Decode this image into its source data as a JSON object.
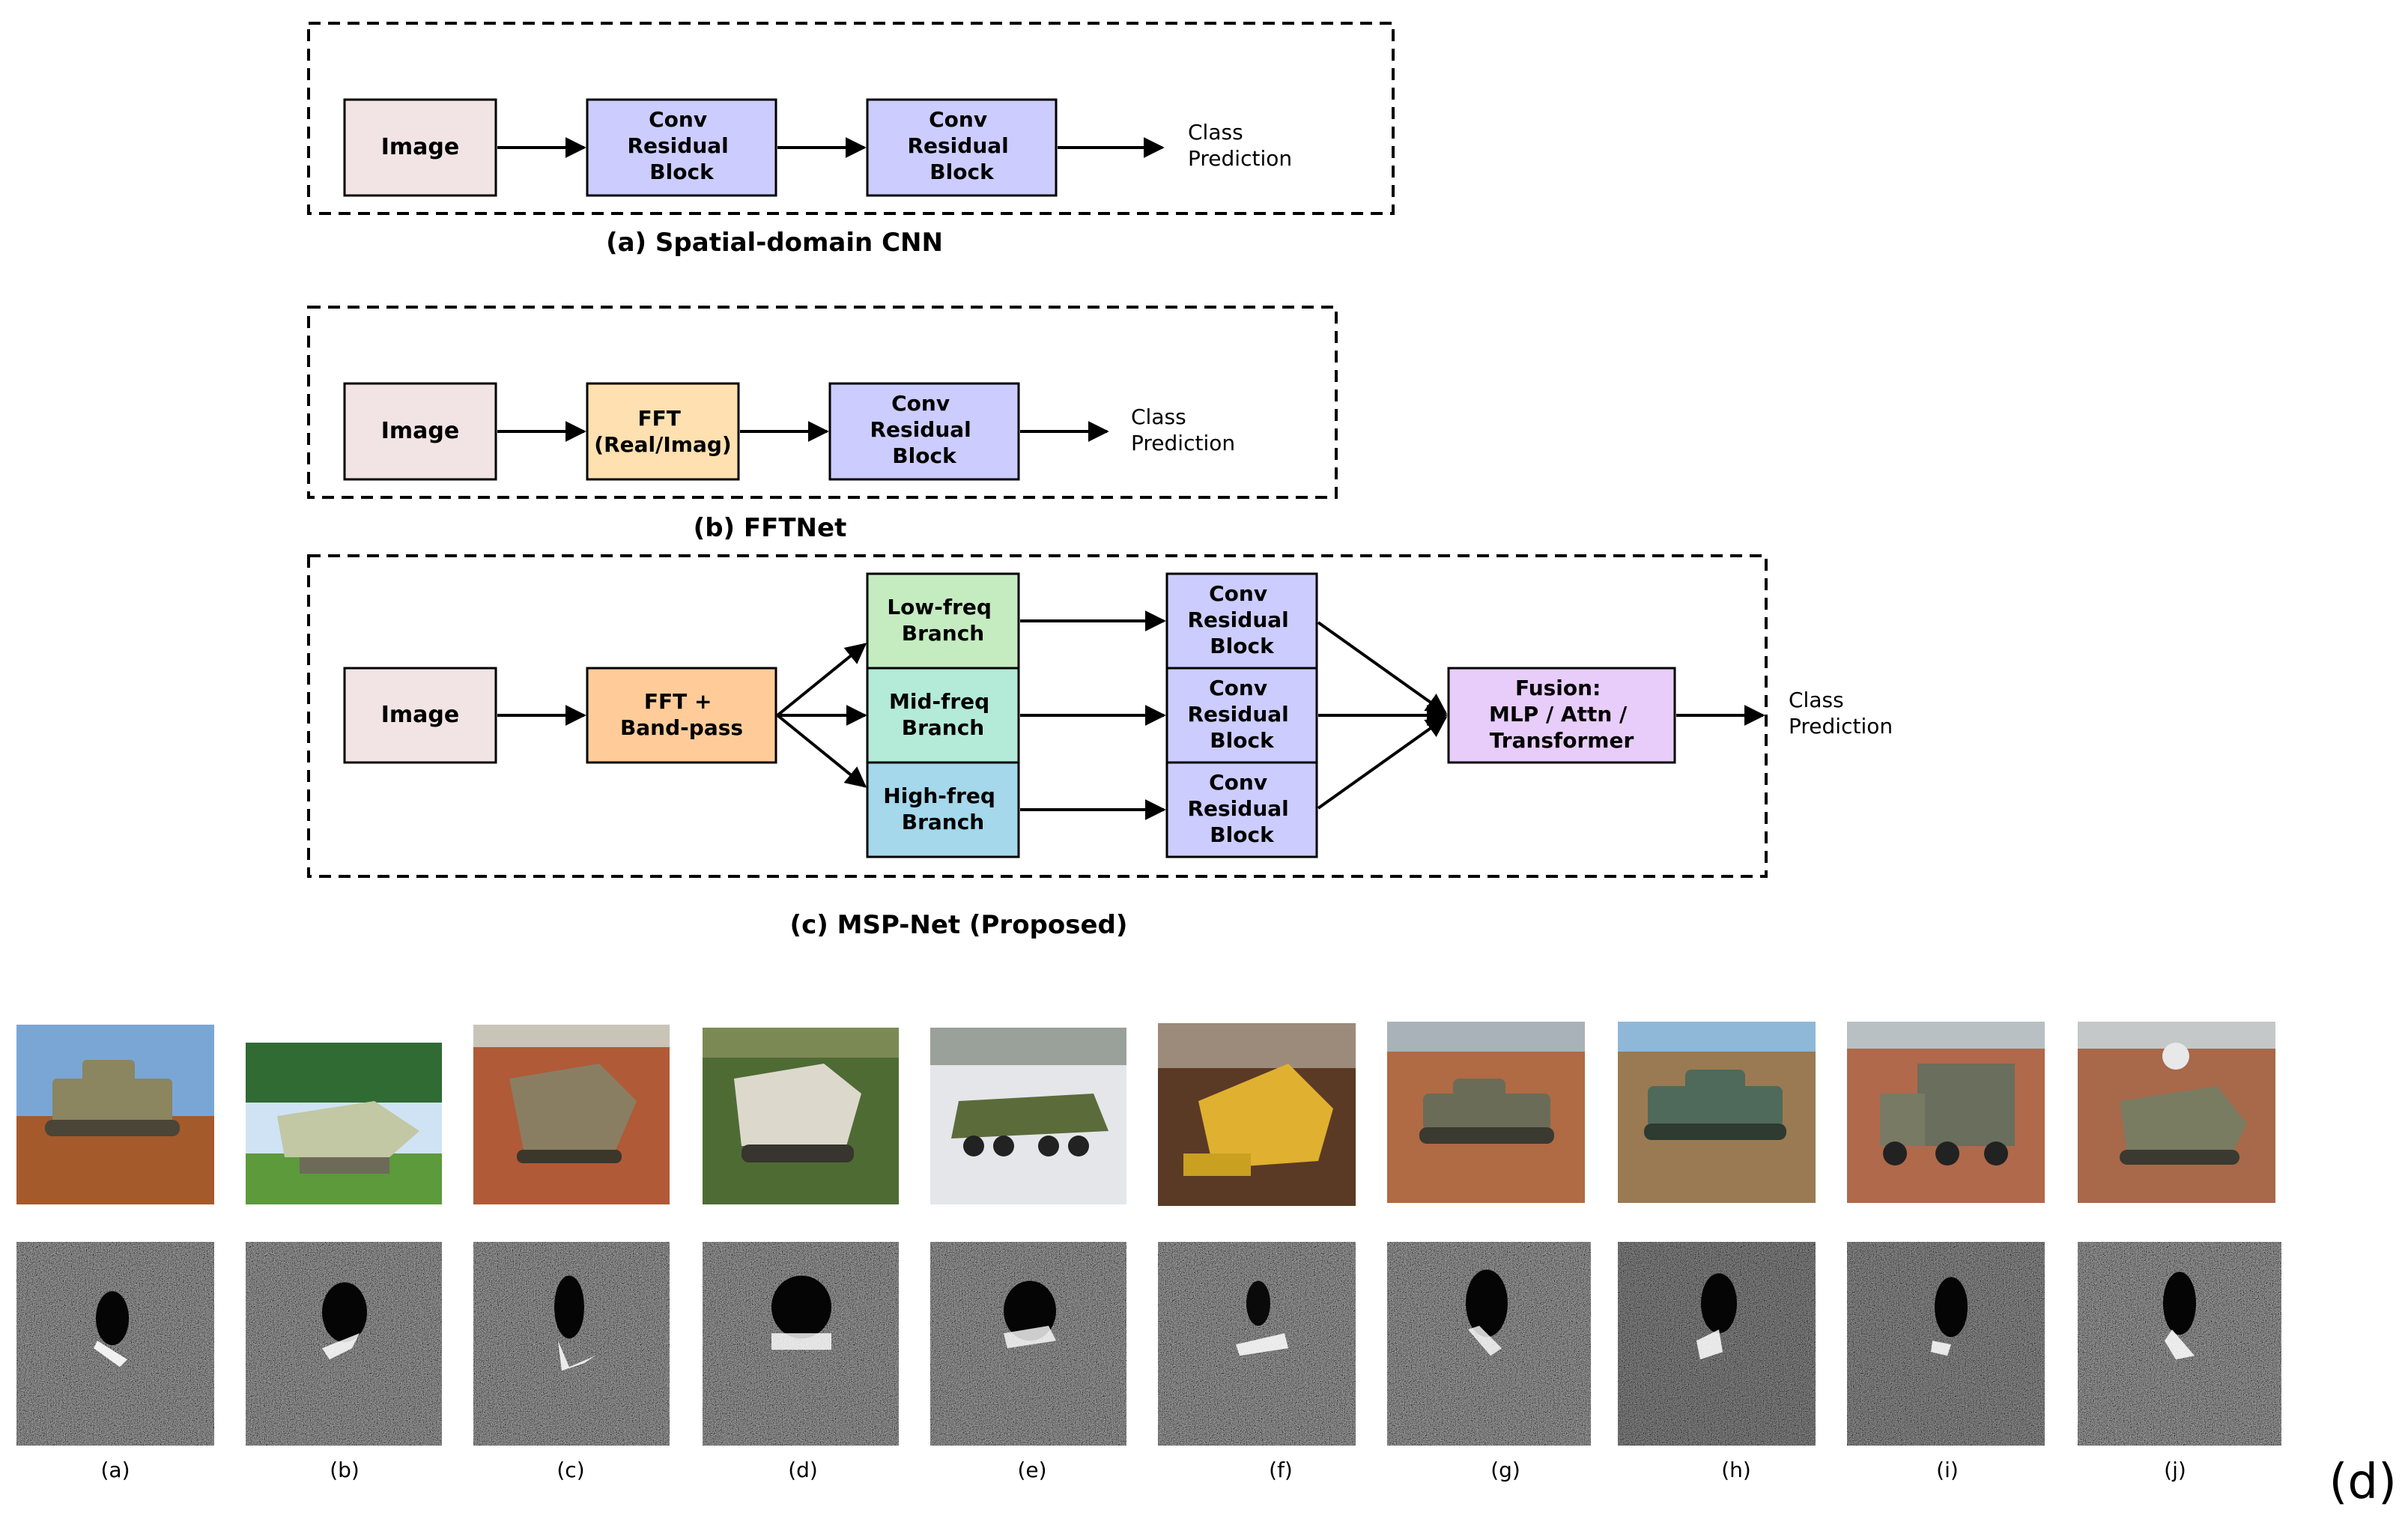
{
  "panel_a": {
    "caption": "(a) Spatial-domain CNN",
    "image": "Image",
    "conv1": [
      "Conv",
      "Residual",
      "Block"
    ],
    "conv2": [
      "Conv",
      "Residual",
      "Block"
    ],
    "output": [
      "Class",
      "Prediction"
    ]
  },
  "panel_b": {
    "caption": "(b) FFTNet",
    "image": "Image",
    "fft": [
      "FFT",
      "(Real/Imag)"
    ],
    "conv": [
      "Conv",
      "Residual",
      "Block"
    ],
    "output": [
      "Class",
      "Prediction"
    ]
  },
  "panel_c": {
    "caption": "(c) MSP-Net (Proposed)",
    "image": "Image",
    "fft": [
      "FFT +",
      "Band-pass"
    ],
    "low": [
      "Low-freq",
      "Branch"
    ],
    "mid": [
      "Mid-freq",
      "Branch"
    ],
    "high": [
      "High-freq",
      "Branch"
    ],
    "conv1": [
      "Conv",
      "Residual",
      "Block"
    ],
    "conv2": [
      "Conv",
      "Residual",
      "Block"
    ],
    "conv3": [
      "Conv",
      "Residual",
      "Block"
    ],
    "fusion": [
      "Fusion:",
      "MLP / Attn /",
      "Transformer"
    ],
    "output": [
      "Class",
      "Prediction"
    ]
  },
  "samples": {
    "labels": [
      "(a)",
      "(b)",
      "(c)",
      "(d)",
      "(e)",
      "(f)",
      "(g)",
      "(h)",
      "(i)",
      "(j)"
    ]
  },
  "figure_tag": "(d)",
  "colors": {
    "image_box": "#f2e4e4",
    "conv_box": "#ccccff",
    "fft_box": "#ffe0b0",
    "fft_bandpass_box": "#ffcc99",
    "low_box": "#c4ecc0",
    "mid_box": "#b4ead8",
    "high_box": "#a4d8ea",
    "fusion_box": "#e8ccfa"
  }
}
